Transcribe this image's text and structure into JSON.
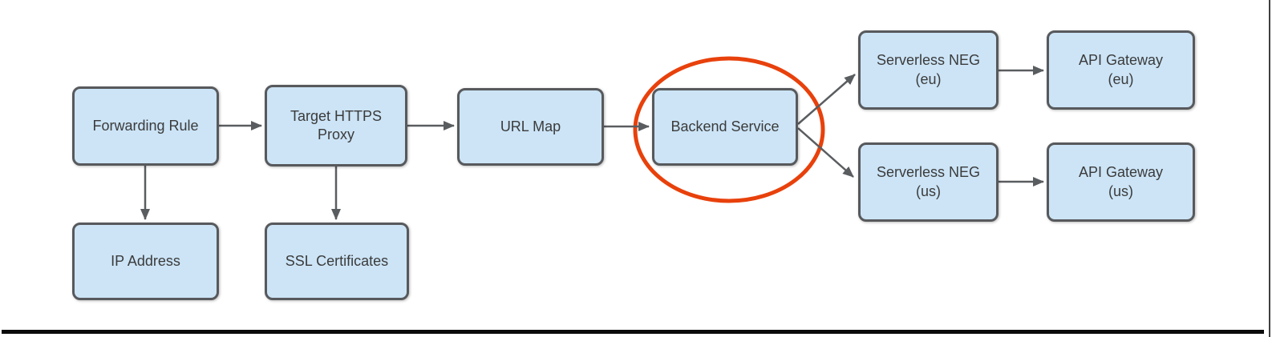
{
  "diagram": {
    "type": "flowchart",
    "nodes": [
      {
        "id": "forwarding-rule",
        "label": "Forwarding Rule"
      },
      {
        "id": "target-https-proxy",
        "label": "Target HTTPS Proxy"
      },
      {
        "id": "url-map",
        "label": "URL Map"
      },
      {
        "id": "backend-service",
        "label": "Backend Service"
      },
      {
        "id": "serverless-neg-eu",
        "label": "Serverless NEG (eu)"
      },
      {
        "id": "api-gateway-eu",
        "label": "API Gateway (eu)"
      },
      {
        "id": "serverless-neg-us",
        "label": "Serverless NEG (us)"
      },
      {
        "id": "api-gateway-us",
        "label": "API Gateway (us)"
      },
      {
        "id": "ip-address",
        "label": "IP Address"
      },
      {
        "id": "ssl-certificates",
        "label": "SSL Certificates"
      }
    ],
    "edges": [
      {
        "from": "forwarding-rule",
        "to": "target-https-proxy"
      },
      {
        "from": "target-https-proxy",
        "to": "url-map"
      },
      {
        "from": "url-map",
        "to": "backend-service"
      },
      {
        "from": "backend-service",
        "to": "serverless-neg-eu"
      },
      {
        "from": "backend-service",
        "to": "serverless-neg-us"
      },
      {
        "from": "serverless-neg-eu",
        "to": "api-gateway-eu"
      },
      {
        "from": "serverless-neg-us",
        "to": "api-gateway-us"
      },
      {
        "from": "forwarding-rule",
        "to": "ip-address"
      },
      {
        "from": "target-https-proxy",
        "to": "ssl-certificates"
      }
    ],
    "annotation": {
      "shape": "ellipse",
      "highlights": "backend-service"
    }
  },
  "colors": {
    "node_fill": "#cce4f6",
    "node_border": "#57595c",
    "arrow": "#5a5d60",
    "highlight": "#e8410c",
    "text": "#3b3b3b",
    "frame_line": "#0b0b0b"
  }
}
